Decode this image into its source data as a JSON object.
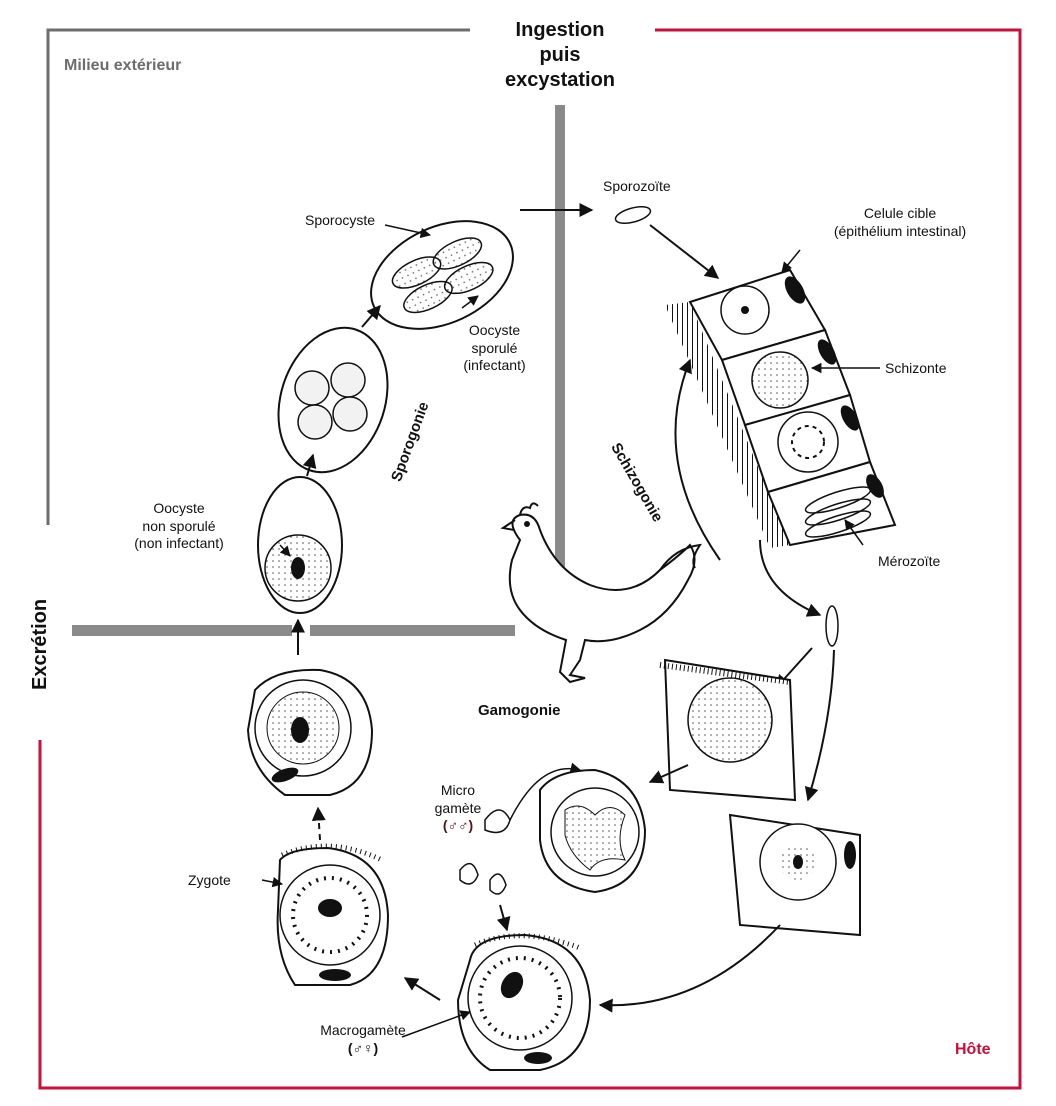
{
  "regions": {
    "external": "Milieu extérieur",
    "host": "Hôte"
  },
  "headings": {
    "ingestion": [
      "Ingestion",
      "puis",
      "excystation"
    ],
    "excretion": "Excrétion"
  },
  "phases": {
    "sporogony": "Sporogonie",
    "schizogony": "Schizogonie",
    "gamogony": "Gamogonie"
  },
  "labels": {
    "sporocyst": "Sporocyste",
    "sporulated_oocyst": [
      "Oocyste",
      "sporulé",
      "(infectant)"
    ],
    "unsporulated_oocyst": [
      "Oocyste",
      "non sporulé",
      "(non infectant)"
    ],
    "sporozoite": "Sporozoïte",
    "target_cell": [
      "Celule cible",
      "(épithélium intestinal)"
    ],
    "schizont": "Schizonte",
    "merozoite": "Mérozoïte",
    "microgamete": [
      "Micro",
      "gamète",
      "(♂♂)"
    ],
    "macrogamete": [
      "Macrogamète",
      "(♂♀)"
    ],
    "zygote": "Zygote"
  },
  "colors": {
    "frame_gray": "#6d6d6d",
    "frame_red": "#c8103a",
    "ink": "#111111",
    "cell_fill": "#efefef"
  }
}
